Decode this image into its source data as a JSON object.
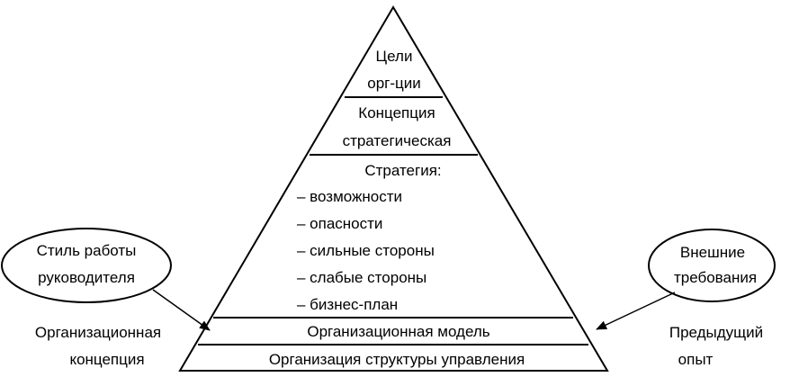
{
  "pyramid": {
    "top": {
      "line1": "Цели",
      "line2": "орг-ции"
    },
    "concept": {
      "line1": "Концепция",
      "line2": "стратегическая"
    },
    "strategy": {
      "title": "Стратегия:",
      "items": [
        "– возможности",
        "– опасности",
        "– сильные стороны",
        "– слабые стороны",
        "– бизнес-план"
      ]
    },
    "org_model": "Организационная модель",
    "org_structure": "Организация структуры управления"
  },
  "left": {
    "bubble": {
      "line1": "Стиль работы",
      "line2": "руководителя"
    },
    "caption": {
      "line1": "Организационная",
      "line2": "концепция"
    }
  },
  "right": {
    "bubble": {
      "line1": "Внешние",
      "line2": "требования"
    },
    "caption": {
      "line1": "Предыдущий",
      "line2": "опыт"
    }
  }
}
